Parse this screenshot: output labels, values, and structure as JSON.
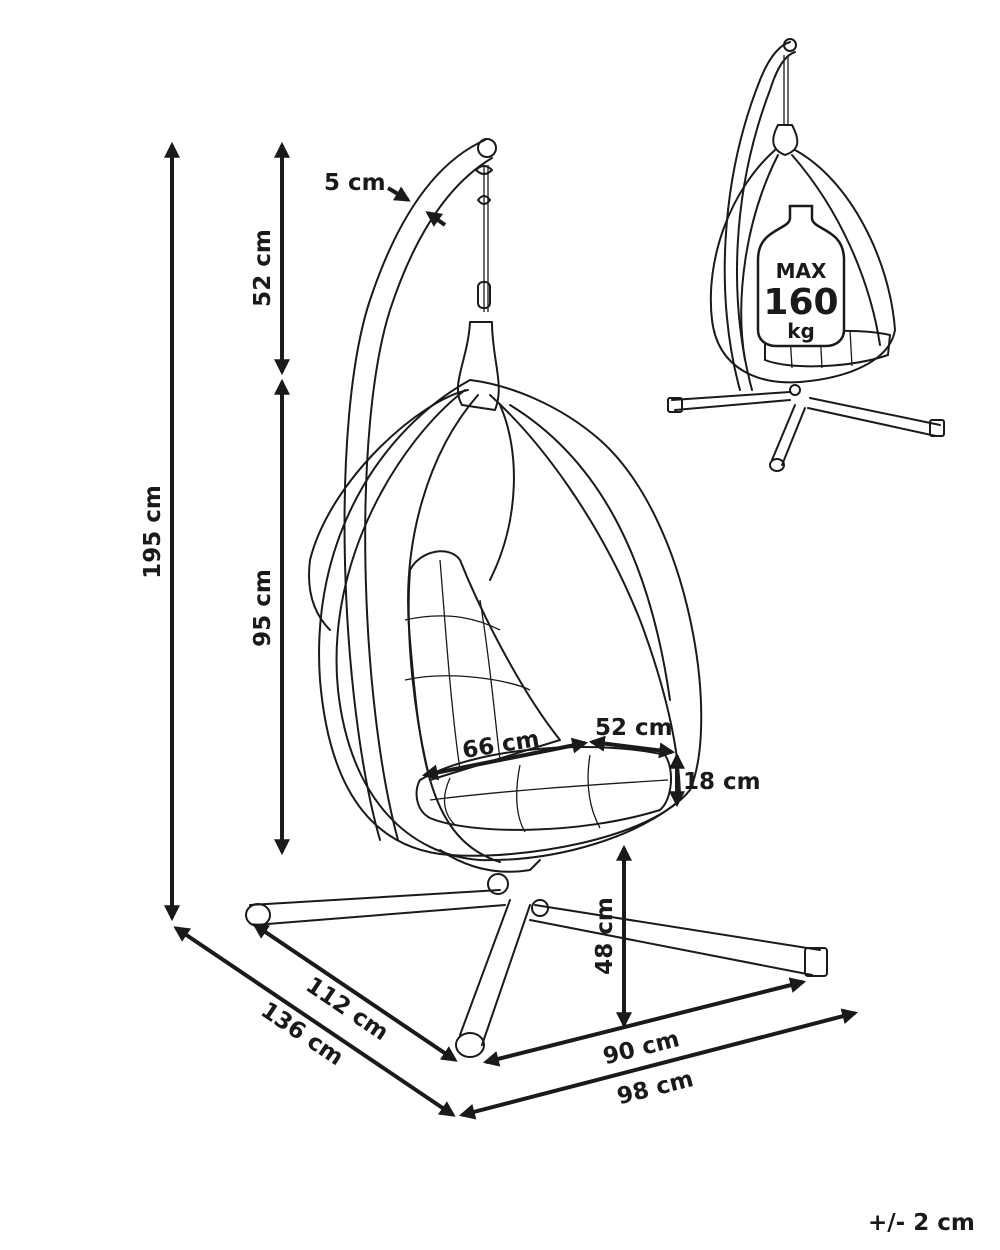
{
  "dimensions": {
    "tube_diameter": "5 cm",
    "top_to_pod": "52 cm",
    "total_height": "195 cm",
    "pod_height": "95 cm",
    "seat_depth": "66 cm",
    "seat_width": "52 cm",
    "cushion_thickness": "18 cm",
    "seat_height": "48 cm",
    "base_side_112": "112 cm",
    "base_side_136": "136 cm",
    "base_side_90": "90 cm",
    "base_side_98": "98 cm"
  },
  "max_load": {
    "label": "MAX",
    "value": "160",
    "unit": "kg"
  },
  "tolerance": "+/- 2 cm"
}
